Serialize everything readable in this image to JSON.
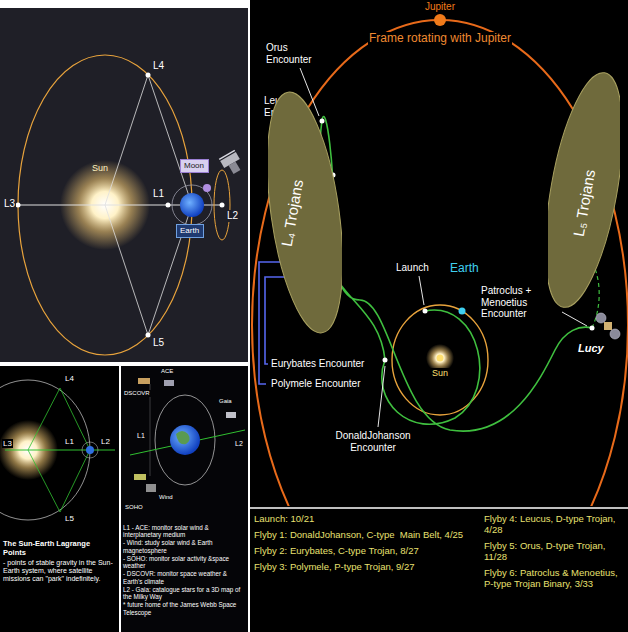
{
  "diagram": {
    "nodes": [
      {
        "text": [
          "Moon"
        ]
      },
      {
        "text": [
          "Earth"
        ]
      },
      {
        "text": [
          "L₄ Trojans"
        ]
      },
      {
        "text": [
          "L₅ Trojans"
        ]
      }
    ],
    "labels": [
      "Sun",
      "L4",
      "L3",
      "L1",
      "L2",
      "L5",
      "L4",
      "L3",
      "L1",
      "L2",
      "L5",
      "The Sun-Earth Lagrange Points",
      "- points of stable gravity in the Sun-Earth system, where satellite missions can \"park\" indefinitely.",
      "DSCOVR",
      "ACE",
      "Wind",
      "SOHO",
      "Gaia",
      "L1",
      "L2",
      "L1 - ACE: monitor solar wind & interplanetary medium",
      "- Wind: study solar wind & Earth magnetosphere",
      "- SOHO: monitor solar activity &space weather",
      "- DSCOVR: monitor space weather & Earth's climate",
      "L2 - Gaia: catalogue stars for a 3D map of the Milky Way",
      "* future home of the James Webb Space Telescope",
      "Jupiter",
      "Frame rotating with Jupiter",
      "Orus Encounter",
      "Leucus Encounter",
      "Launch",
      "Earth",
      "Sun",
      "Eurybates Encounter",
      "Polymele Encounter",
      "DonaldJohanson Encounter",
      "Patroclus + Menoetius Encounter",
      "Lucy",
      "Launch: 10/21",
      "Flyby 1: DonaldJohanson, C-type  Main Belt, 4/25",
      "Flyby 2: Eurybates, C-type Trojan, 8/27",
      "Flyby 3: Polymele, P-type Trojan, 9/27",
      "Flyby 4: Leucus, D-type Trojan, 4/28",
      "Flyby 5: Orus, D-type Trojan, 11/28",
      "Flyby 6: Patroclus & Menoetius, P-type Trojan Binary, 3/33"
    ]
  }
}
